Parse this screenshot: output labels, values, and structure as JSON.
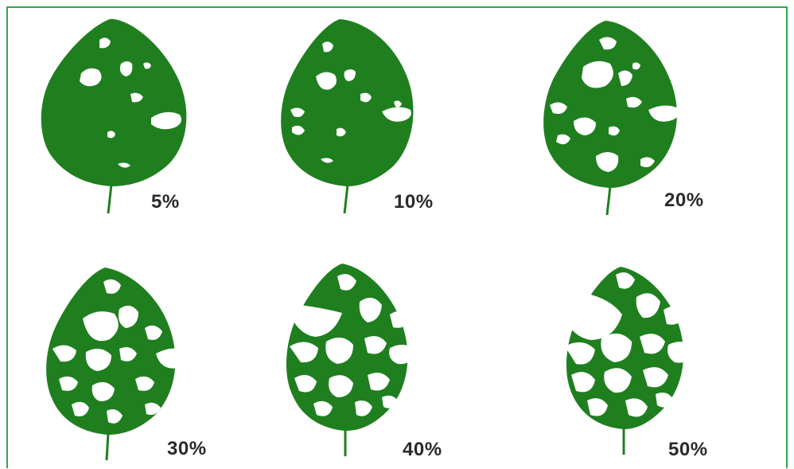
{
  "colors": {
    "leaf": "#1f7f1f",
    "background": "#ffffff",
    "border": "#2fa84f",
    "label": "#2a2a2a"
  },
  "leaves": [
    {
      "label": "5%"
    },
    {
      "label": "10%"
    },
    {
      "label": "20%"
    },
    {
      "label": "30%"
    },
    {
      "label": "40%"
    },
    {
      "label": "50%"
    }
  ]
}
